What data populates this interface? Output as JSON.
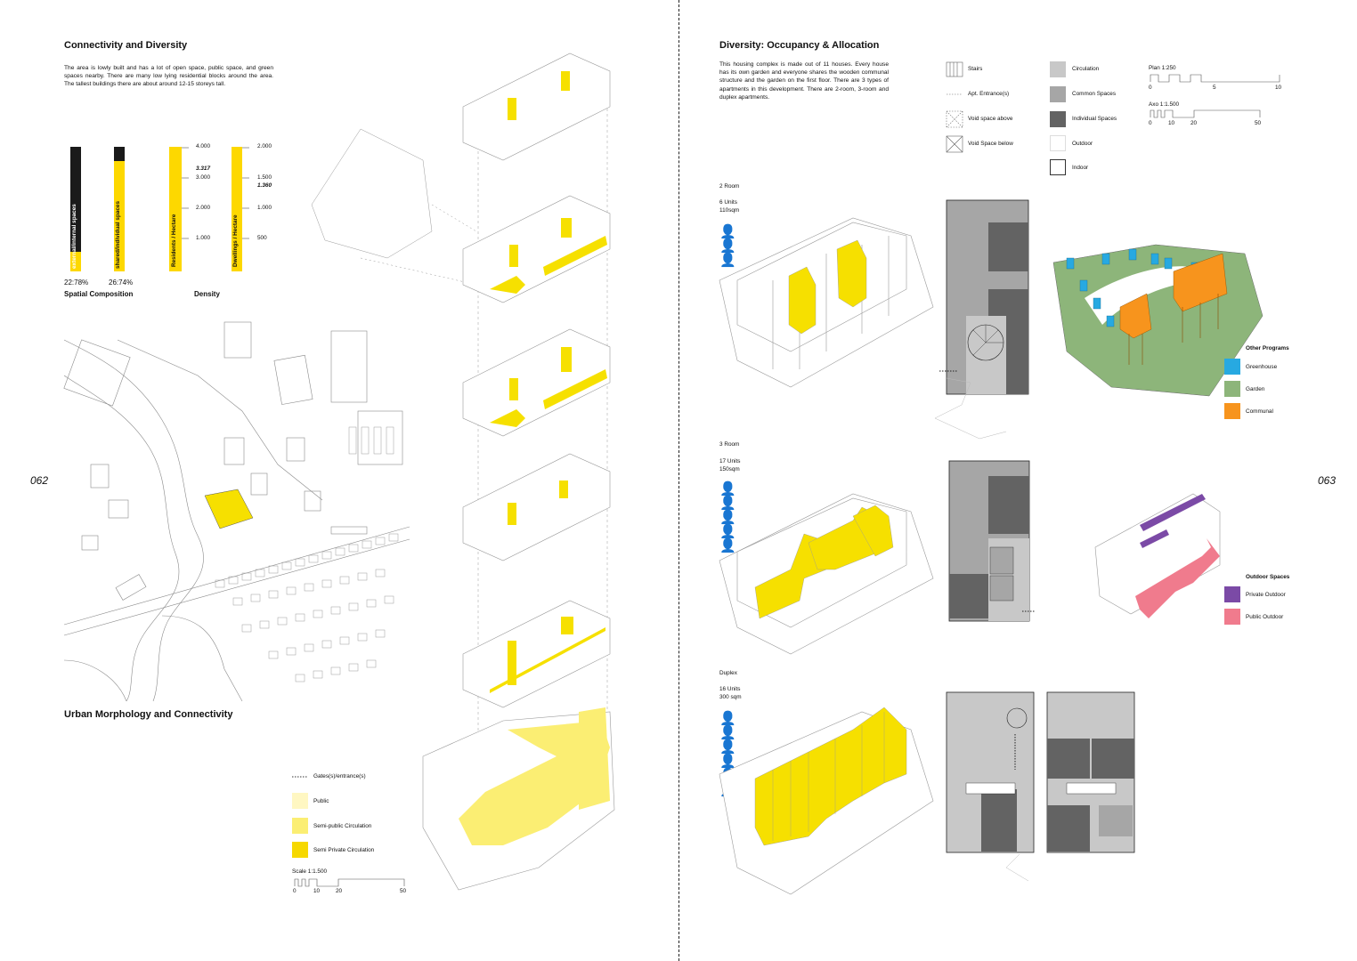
{
  "left": {
    "title": "Connectivity and Diversity",
    "intro": "The area is lowly built and has a lot of open space, public space, and green spaces nearby. There are many low lying residential blocks around the area. The tallest buildings there are about around 12-15 storeys tall.",
    "bars": [
      {
        "label": "external/internal spaces",
        "value": "22:78%"
      },
      {
        "label": "shared/individual spaces",
        "value": "26:74%"
      }
    ],
    "spatial_caption": "Spatial Composition",
    "density_caption": "Density",
    "residents": {
      "label": "Residents / Hectare",
      "ticks": [
        "4.000",
        "3.317",
        "3.000",
        "2.000",
        "1.000"
      ]
    },
    "dwellings": {
      "label": "Dwellings / Hectare",
      "ticks": [
        "2.000",
        "1.500",
        "1.360",
        "1.000",
        "500"
      ]
    },
    "map_title": "Urban Morphology and Connectivity",
    "legend": {
      "gates": "Gates(s)/entrance(s)",
      "items": [
        {
          "label": "Public",
          "color": "#fff7c2"
        },
        {
          "label": "Semi-public Circulation",
          "color": "#fbee73"
        },
        {
          "label": "Semi Private Circulation",
          "color": "#f6d800"
        }
      ],
      "scale_title": "Scale 1:1.500",
      "scale_ticks": [
        "0",
        "10",
        "20",
        "50"
      ]
    },
    "page_number": "062"
  },
  "right": {
    "title": "Diversity: Occupancy & Allocation",
    "intro": "This housing complex is made out of 11 houses. Every house has its own garden and everyone shares the wooden communal structure and the garden on the first floor. There are 3 types of apartments in this development. There are 2-room, 3-room and duplex apartments.",
    "symbols": [
      {
        "label": "Stairs"
      },
      {
        "label": "Apt. Entrance(s)"
      },
      {
        "label": "Void space above"
      },
      {
        "label": "Void Space below"
      }
    ],
    "spaces": [
      {
        "label": "Circulation",
        "color": "#c8c8c8"
      },
      {
        "label": "Common Spaces",
        "color": "#a6a6a6"
      },
      {
        "label": "Individual Spaces",
        "color": "#636363"
      },
      {
        "label": "Outdoor",
        "color": "#ffffff"
      },
      {
        "label": "Indoor",
        "color": "#ffffff"
      }
    ],
    "plan_scale": {
      "title": "Plan 1:250",
      "ticks": [
        "0",
        "5",
        "10"
      ]
    },
    "axo_scale": {
      "title": "Axo 1:1.500",
      "ticks": [
        "0",
        "10",
        "20",
        "50"
      ]
    },
    "types": [
      {
        "name": "2 Room",
        "units": "6 Units",
        "area": "110sqm"
      },
      {
        "name": "3 Room",
        "units": "17 Units",
        "area": "150sqm"
      },
      {
        "name": "Duplex",
        "units": "16 Units",
        "area": "300 sqm"
      }
    ],
    "other_programs": {
      "title": "Other Programs",
      "items": [
        {
          "label": "Greenhouse",
          "color": "#27a9e1"
        },
        {
          "label": "Garden",
          "color": "#8db57a"
        },
        {
          "label": "Communal",
          "color": "#f7941d"
        }
      ]
    },
    "outdoor_spaces": {
      "title": "Outdoor Spaces",
      "items": [
        {
          "label": "Private Outdoor",
          "color": "#7b4aa6"
        },
        {
          "label": "Public Outdoor",
          "color": "#f07b8d"
        }
      ]
    },
    "page_number": "063"
  }
}
